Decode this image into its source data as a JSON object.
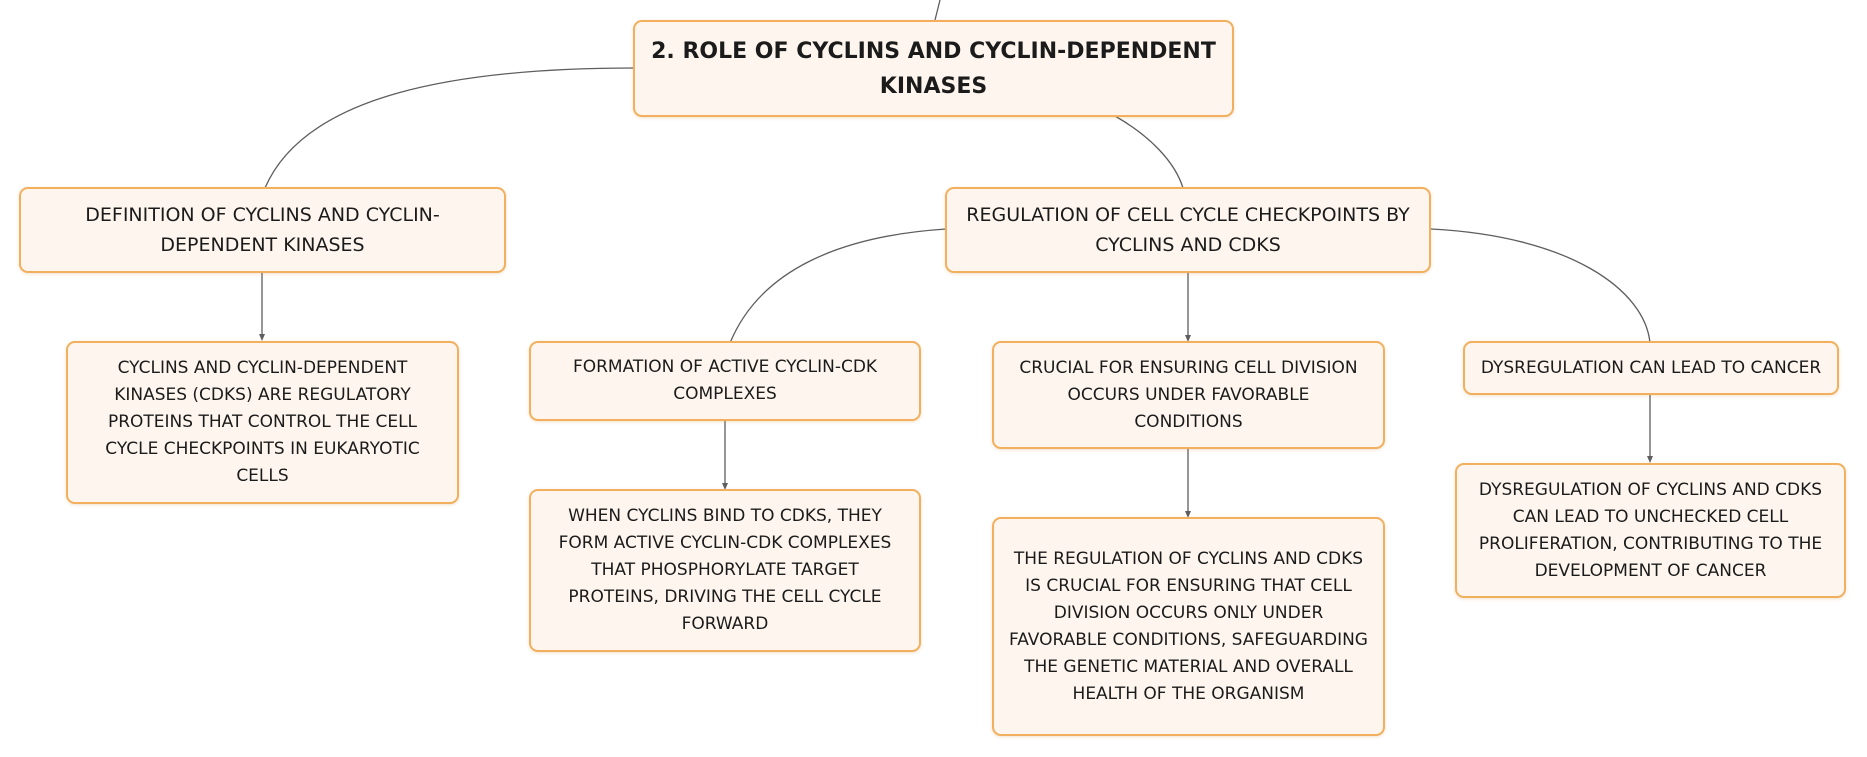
{
  "diagram": {
    "root": {
      "label": "2. ROLE OF CYCLINS AND CYCLIN-DEPENDENT KINASES"
    },
    "definition": {
      "label": "DEFINITION OF CYCLINS AND CYCLIN-DEPENDENT KINASES",
      "detail": "CYCLINS AND CYCLIN-DEPENDENT KINASES (CDKS) ARE REGULATORY PROTEINS THAT CONTROL THE CELL CYCLE CHECKPOINTS IN EUKARYOTIC CELLS"
    },
    "regulation": {
      "label": "REGULATION OF CELL CYCLE CHECKPOINTS BY CYCLINS AND CDKS",
      "formation": {
        "label": "FORMATION OF ACTIVE CYCLIN-CDK COMPLEXES",
        "detail": "WHEN CYCLINS BIND TO CDKS, THEY FORM ACTIVE CYCLIN-CDK COMPLEXES THAT PHOSPHORYLATE TARGET PROTEINS, DRIVING THE CELL CYCLE FORWARD"
      },
      "crucial": {
        "label": "CRUCIAL FOR ENSURING CELL DIVISION OCCURS UNDER FAVORABLE CONDITIONS",
        "detail": "THE REGULATION OF CYCLINS AND CDKS IS CRUCIAL FOR ENSURING THAT CELL DIVISION OCCURS ONLY UNDER FAVORABLE CONDITIONS, SAFEGUARDING THE GENETIC MATERIAL AND OVERALL HEALTH OF THE ORGANISM"
      },
      "dysregulation": {
        "label": "DYSREGULATION CAN LEAD TO CANCER",
        "detail": "DYSREGULATION OF CYCLINS AND CDKS CAN LEAD TO UNCHECKED CELL PROLIFERATION, CONTRIBUTING TO THE DEVELOPMENT OF CANCER"
      }
    }
  },
  "colors": {
    "node_fill": "#fef6ee",
    "node_border": "#f2b05e",
    "connector": "#5e5e5e",
    "text": "#1b1b1b"
  }
}
